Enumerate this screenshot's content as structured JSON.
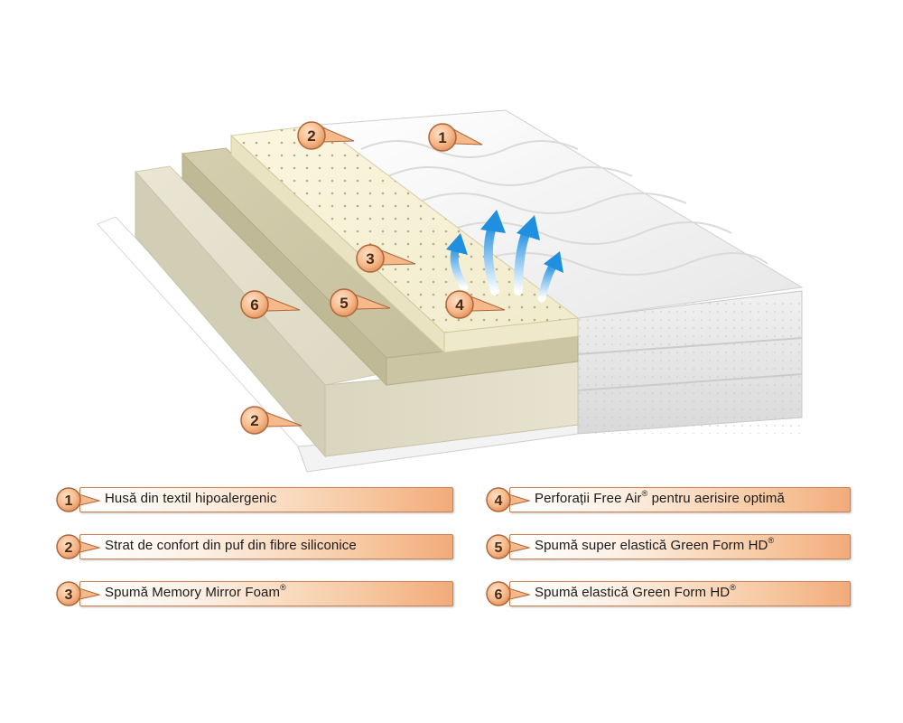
{
  "callouts": [
    {
      "number": "1"
    },
    {
      "number": "2"
    },
    {
      "number": "3"
    },
    {
      "number": "4"
    },
    {
      "number": "5"
    },
    {
      "number": "6"
    },
    {
      "number": "2"
    }
  ],
  "legend": [
    {
      "number": "1",
      "text": "Husă din textil hipoalergenic",
      "sup": ""
    },
    {
      "number": "2",
      "text": "Strat de confort din puf din fibre siliconice",
      "sup": ""
    },
    {
      "number": "3",
      "text": "Spumă Memory Mirror Foam",
      "sup": "®"
    },
    {
      "number": "4",
      "text_before": "Perforații Free Air",
      "sup": "®",
      "text_after": " pentru aerisire optimă"
    },
    {
      "number": "5",
      "text": "Spumă super elastică Green Form HD",
      "sup": "®"
    },
    {
      "number": "6",
      "text": "Spumă elastică Green Form HD",
      "sup": "®"
    }
  ],
  "colors": {
    "badge_fill": "#f6b98a",
    "badge_stroke": "#b0653a",
    "airflow": "#3aa6e8",
    "foam_white": "#f7f2dc",
    "foam_green": "#cdc7a6",
    "foam_base": "#e0dcc6"
  },
  "icons": [
    "numbered-circle-badge",
    "airflow-arrow-icon"
  ]
}
